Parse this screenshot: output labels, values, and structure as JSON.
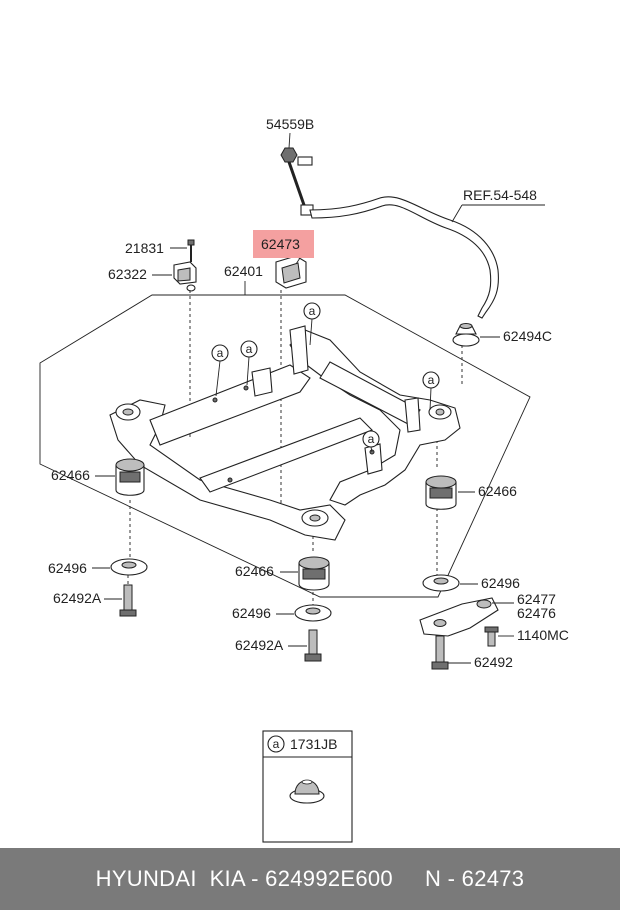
{
  "labels": {
    "p54559B": "54559B",
    "ref": "REF.54-548",
    "p21831": "21831",
    "p62473": "62473",
    "p62322": "62322",
    "p62401": "62401",
    "p62494C": "62494C",
    "p62466_left": "62466",
    "p62466_right": "62466",
    "p62466_center": "62466",
    "p62496_left": "62496",
    "p62496_center": "62496",
    "p62496_right": "62496",
    "p62492A_left": "62492A",
    "p62492A_center": "62492A",
    "p62477": "62477",
    "p62476": "62476",
    "p1140MC": "1140MC",
    "p62492": "62492",
    "callout_a": "a"
  },
  "inset": {
    "marker": "a",
    "part": "1731JB"
  },
  "highlight_color": "#f4a0a0",
  "footer": {
    "text": "HYUNDAI  KIA - 624992E600     N - 62473"
  }
}
